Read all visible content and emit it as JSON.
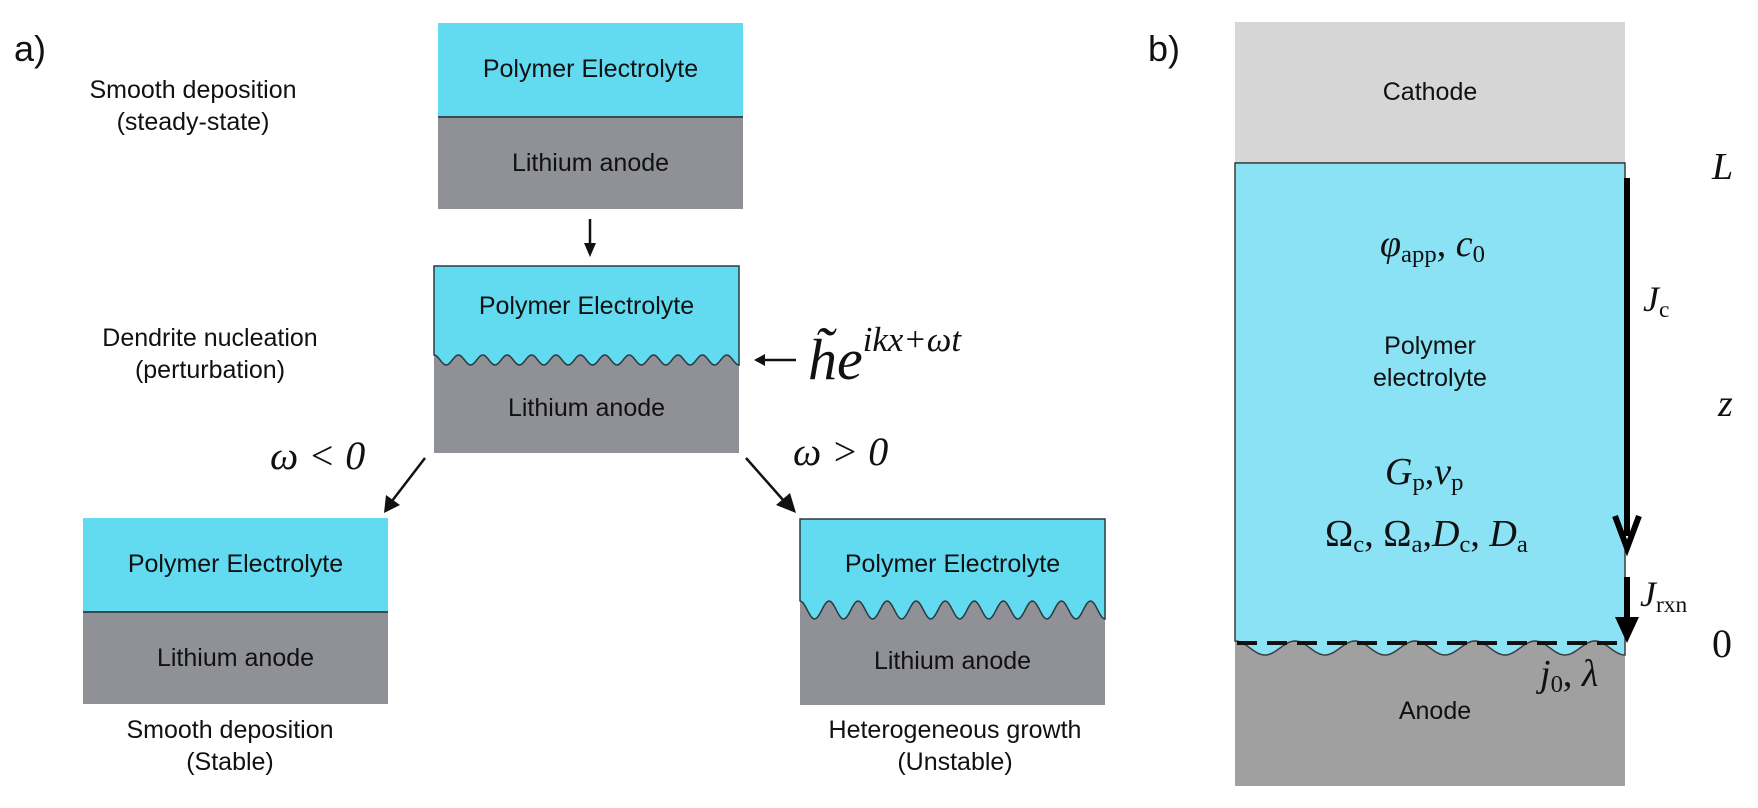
{
  "panel_a": {
    "label": "a)",
    "stage1": {
      "caption_line1": "Smooth deposition",
      "caption_line2": "(steady-state)",
      "top_layer": "Polymer Electrolyte",
      "bottom_layer": "Lithium anode",
      "interface": "flat"
    },
    "stage2": {
      "caption_line1": "Dendrite nucleation",
      "caption_line2": "(perturbation)",
      "top_layer": "Polymer Electrolyte",
      "bottom_layer": "Lithium anode",
      "interface": "wavy-small",
      "perturbation_label": "h̃e",
      "perturbation_exponent": "ikx+ωt"
    },
    "branch_stable": {
      "condition": "ω < 0",
      "caption_line1": "Smooth deposition",
      "caption_line2": "(Stable)",
      "top_layer": "Polymer Electrolyte",
      "bottom_layer": "Lithium anode",
      "interface": "flat"
    },
    "branch_unstable": {
      "condition": "ω > 0",
      "caption_line1": "Heterogeneous growth",
      "caption_line2": "(Unstable)",
      "top_layer": "Polymer Electrolyte",
      "bottom_layer": "Lithium anode",
      "interface": "wavy-large"
    }
  },
  "panel_b": {
    "label": "b)",
    "cathode_label": "Cathode",
    "electrolyte_line1": "Polymer",
    "electrolyte_line2": "electrolyte",
    "anode_label": "Anode",
    "params_top": {
      "phi": "φ",
      "phi_sub": "app",
      "sep": ", ",
      "c": "c",
      "c_sub": "0"
    },
    "params_mech": {
      "G": "G",
      "G_sub": "p",
      "sep": ",",
      "nu": "ν",
      "nu_sub": "p"
    },
    "params_transport": {
      "O1": "Ω",
      "O1_sub": "c",
      "O2": "Ω",
      "O2_sub": "a",
      "D1": "D",
      "D1_sub": "c",
      "D2": "D",
      "D2_sub": "a"
    },
    "flux_c": {
      "sym": "J",
      "sub": "c"
    },
    "flux_rxn": {
      "sym": "J",
      "sub": "rxn"
    },
    "kinetics": {
      "j": "j",
      "j_sub": "0",
      "sep": ", ",
      "lambda": "λ"
    },
    "axis": {
      "top": "L",
      "middle": "z",
      "bottom": "0"
    }
  },
  "colors": {
    "electrolyte_a": "#62daf0",
    "lithium_a": "#909196",
    "cathode_b": "#d6d6d6",
    "electrolyte_b": "#8ae2f4",
    "anode_b": "#a0a0a0"
  }
}
